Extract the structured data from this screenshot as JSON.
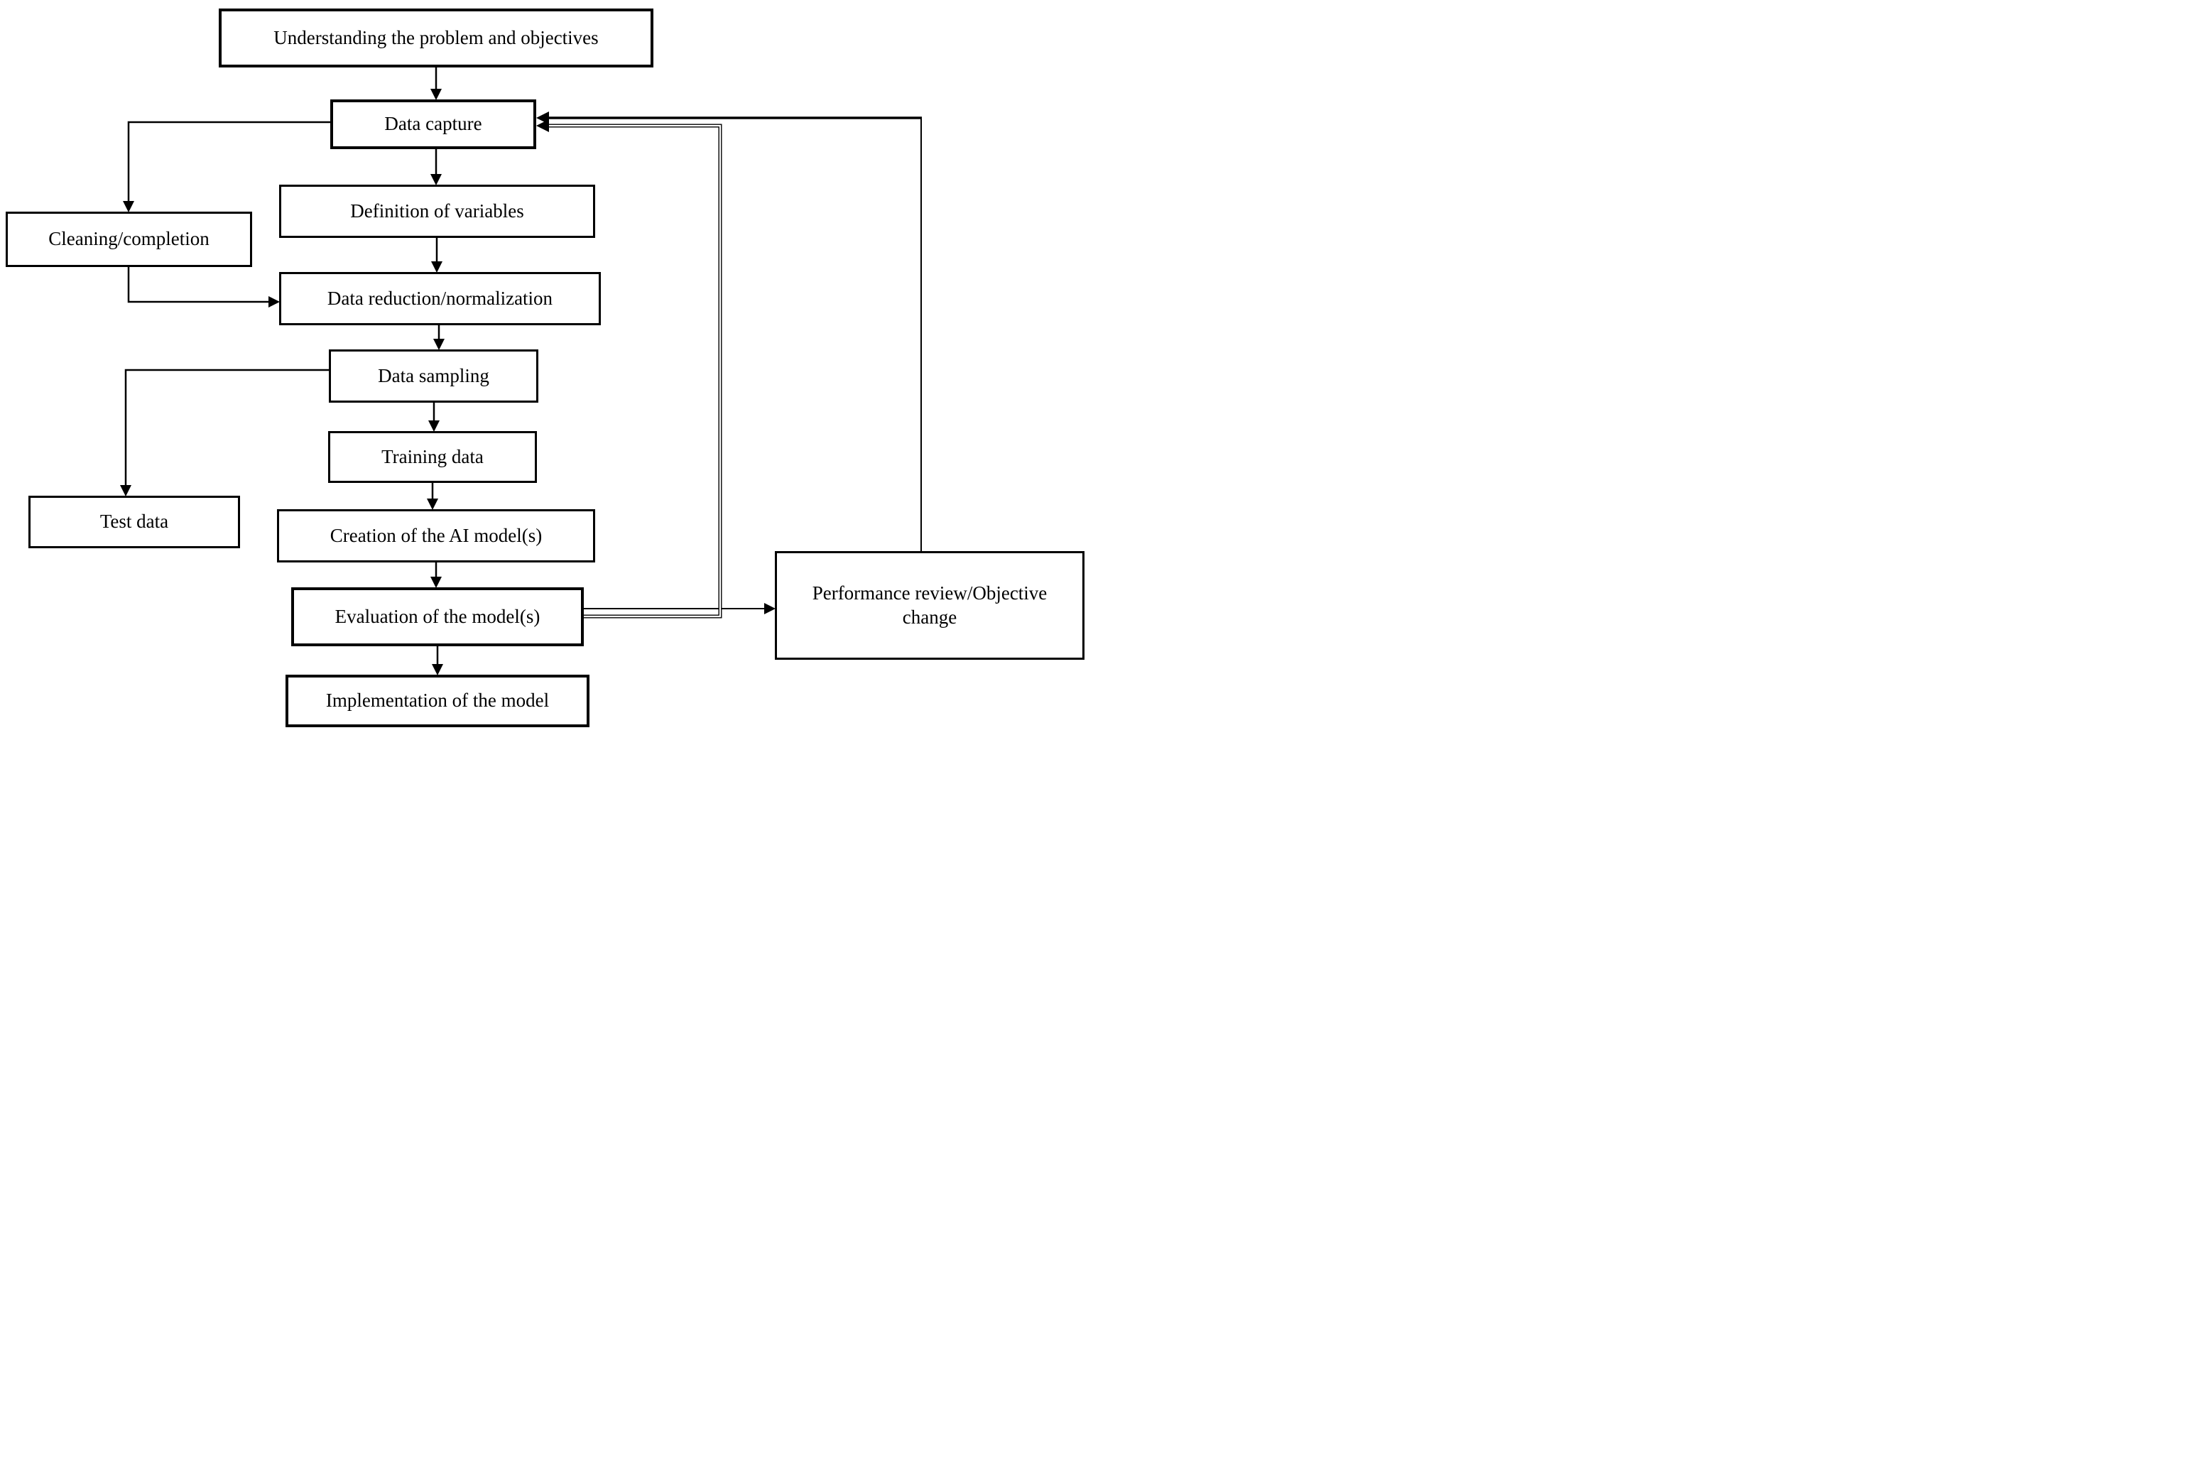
{
  "diagram": {
    "description": "Flowchart of an AI modeling workflow",
    "nodes": [
      {
        "id": "understanding",
        "label": "Understanding the problem and objectives"
      },
      {
        "id": "data_capture",
        "label": "Data capture"
      },
      {
        "id": "definition_of_variables",
        "label": "Definition of variables"
      },
      {
        "id": "cleaning_completion",
        "label": "Cleaning/completion"
      },
      {
        "id": "data_reduction_normalization",
        "label": "Data reduction/normalization"
      },
      {
        "id": "data_sampling",
        "label": "Data sampling"
      },
      {
        "id": "training_data",
        "label": "Training data"
      },
      {
        "id": "test_data",
        "label": "Test data"
      },
      {
        "id": "creation_ai_models",
        "label": "Creation of the AI model(s)"
      },
      {
        "id": "evaluation_models",
        "label": "Evaluation of the model(s)"
      },
      {
        "id": "implementation_model",
        "label": "Implementation of the model"
      },
      {
        "id": "performance_review",
        "label": "Performance review/Objective change",
        "lines": [
          "Performance review/Objective",
          "change"
        ]
      }
    ],
    "edges": [
      {
        "from": "understanding",
        "to": "data_capture"
      },
      {
        "from": "data_capture",
        "to": "definition_of_variables"
      },
      {
        "from": "data_capture",
        "to": "cleaning_completion"
      },
      {
        "from": "cleaning_completion",
        "to": "data_reduction_normalization"
      },
      {
        "from": "definition_of_variables",
        "to": "data_reduction_normalization"
      },
      {
        "from": "data_reduction_normalization",
        "to": "data_sampling"
      },
      {
        "from": "data_sampling",
        "to": "test_data"
      },
      {
        "from": "data_sampling",
        "to": "training_data"
      },
      {
        "from": "training_data",
        "to": "creation_ai_models"
      },
      {
        "from": "creation_ai_models",
        "to": "evaluation_models"
      },
      {
        "from": "evaluation_models",
        "to": "implementation_model"
      },
      {
        "from": "evaluation_models",
        "to": "performance_review"
      },
      {
        "from": "evaluation_models",
        "to": "data_capture"
      },
      {
        "from": "performance_review",
        "to": "data_capture"
      }
    ]
  },
  "colors": {
    "background": "#ffffff",
    "box_fill": "#ffffff",
    "stroke": "#000000",
    "text": "#000000"
  }
}
